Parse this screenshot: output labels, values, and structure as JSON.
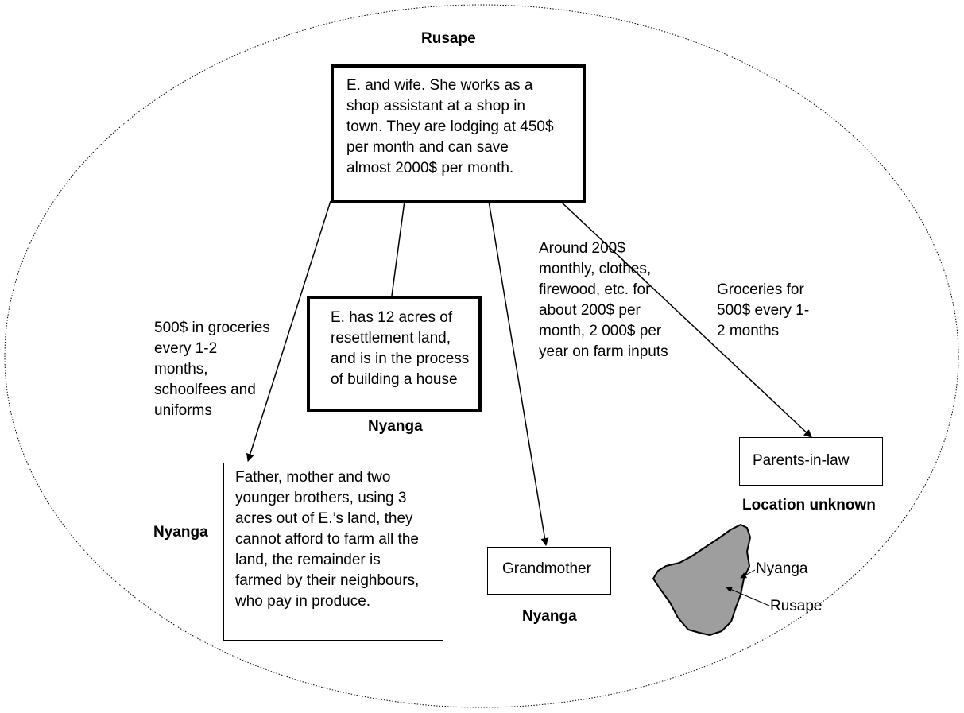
{
  "diagram": {
    "center_location": "Rusape",
    "main_box": {
      "text": "E. and wife. She works as a\nshop assistant at a shop in\ntown. They are lodging at 450$\nper month and can save\nalmost 2000$ per month."
    },
    "land_box": {
      "text": "E. has 12 acres of\nresettlement land,\nand is in the process\nof building a house",
      "location": "Nyanga"
    },
    "family_box": {
      "text": "Father, mother and two\nyounger brothers, using 3\nacres out of E.’s land, they\ncannot afford to farm all the\nland, the remainder is\nfarmed by their neighbours,\nwho pay in produce.",
      "location": "Nyanga"
    },
    "grandmother_box": {
      "text": "Grandmother",
      "location": "Nyanga"
    },
    "inlaws_box": {
      "text": "Parents-in-law",
      "location": "Location unknown"
    },
    "flows": {
      "to_family": "500$ in groceries\nevery 1-2\nmonths,\nschoolfees and\nuniforms",
      "to_grandmother": "Around 200$\nmonthly, clothes,\nfirewood, etc. for\nabout 200$ per\nmonth, 2 000$ per\nyear on farm inputs",
      "to_inlaws": "Groceries for\n500$ every 1-\n2 months"
    },
    "map": {
      "labels": [
        "Nyanga",
        "Rusape"
      ],
      "fill_color": "#9e9e9e"
    }
  }
}
